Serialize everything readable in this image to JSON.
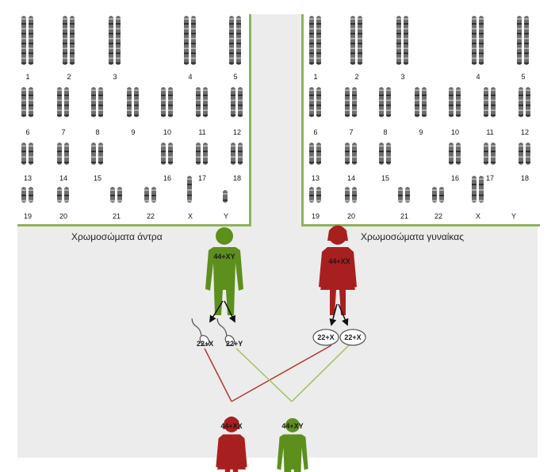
{
  "karyotype_numbers": [
    "1",
    "2",
    "3",
    "4",
    "5",
    "6",
    "7",
    "8",
    "9",
    "10",
    "11",
    "12",
    "13",
    "14",
    "15",
    "16",
    "17",
    "18",
    "19",
    "20",
    "21",
    "22",
    "X",
    "Y"
  ],
  "male_caption": "Χρωμοσώματα άντρα",
  "female_caption": "Χρωμοσώματα γυναίκας",
  "male_label": "44+XY",
  "female_label": "44+XX",
  "gametes": {
    "male_1": "22+X",
    "male_2": "22+Y",
    "female_1": "22+X",
    "female_2": "22+X"
  },
  "offspring": {
    "daughter": "44+XX",
    "son": "44+XY"
  },
  "colors": {
    "male": "#5d8f1c",
    "female": "#a81f1f",
    "panel_border": "#8fb15a",
    "background": "#ececec"
  }
}
